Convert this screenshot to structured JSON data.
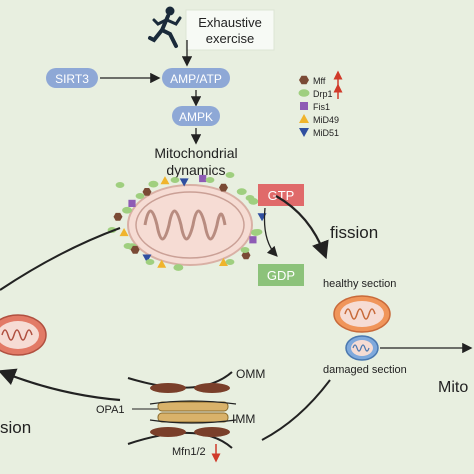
{
  "nodes": {
    "exercise": "Exhaustive\nexercise",
    "sirt3": "SIRT3",
    "amp_atp": "AMP/ATP",
    "ampk": "AMPK",
    "dynamics": "Mitochondrial\ndynamics",
    "gtp": "GTP",
    "gdp": "GDP",
    "fission": "fission",
    "healthy": "healthy section",
    "damaged": "damaged section",
    "mito_partial": "Mito",
    "fusion_partial": "sion",
    "omm": "OMM",
    "imm": "IMM",
    "opa1": "OPA1",
    "mfn": "Mfn1/2"
  },
  "legend": [
    {
      "label": "Mff",
      "icon": "hexagon-icon",
      "color": "#7a4a35",
      "trend": "up"
    },
    {
      "label": "Drp1",
      "icon": "ellipse-icon",
      "color": "#9fcf7f",
      "trend": "up"
    },
    {
      "label": "Fis1",
      "icon": "square-icon",
      "color": "#8e5bb5",
      "trend": ""
    },
    {
      "label": "MiD49",
      "icon": "triangle-up-icon",
      "color": "#f0b42c",
      "trend": ""
    },
    {
      "label": "MiD51",
      "icon": "triangle-down-icon",
      "color": "#2f4fa0",
      "trend": ""
    }
  ],
  "colors": {
    "background": "#e8efe0",
    "pill_blue": "#8ea8d6",
    "gtp_red": "#e06a6a",
    "gdp_green": "#8cc27a",
    "up_arrow": "#d03a2a"
  }
}
